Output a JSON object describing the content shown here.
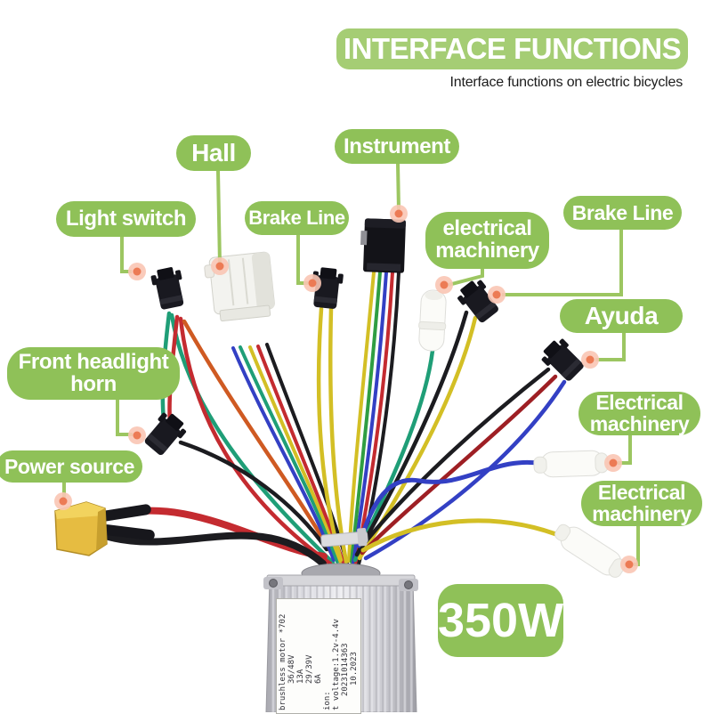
{
  "header": {
    "title": "INTERFACE FUNCTIONS",
    "subtitle": "Interface functions on electric bicycles"
  },
  "badge": {
    "power_rating": "350W"
  },
  "callouts": {
    "hall": "Hall",
    "instrument": "Instrument",
    "light_switch": "Light switch",
    "brake_line_left": "Brake Line",
    "brake_line_right": "Brake Line",
    "electrical_machinery_center": [
      "electrical",
      "machinery"
    ],
    "ayuda": "Ayuda",
    "electrical_machinery_right_top": [
      "Electrical",
      "machinery"
    ],
    "electrical_machinery_right_bottom": [
      "Electrical",
      "machinery"
    ],
    "front_headlight_horn": [
      "Front headlight",
      "horn"
    ],
    "power_source": "Power source"
  },
  "controller_label": {
    "lines": [
      "brushless motor *702",
      "36/48V",
      "13A",
      "29/39V",
      "6A",
      "ion:",
      "t voltage:1.2v-4.4v",
      "20231014363",
      "10.2023"
    ]
  },
  "colors": {
    "label_green": "#8fc158",
    "banner_green": "#a5cd74",
    "leader_green": "#9cc661",
    "marker_outer": "#f9c5b4",
    "marker_inner": "#ec7b55",
    "wire_red": "#c42b30",
    "wire_dark_red": "#9e1f24",
    "wire_black": "#1c1c20",
    "wire_yellow": "#d3bf25",
    "wire_green": "#2f9e42",
    "wire_teal": "#1f9e77",
    "wire_blue": "#3340c4",
    "wire_orange": "#cf5a22",
    "xt60_yellow": "#e6bc41",
    "controller_silver": "#d6d6da"
  }
}
